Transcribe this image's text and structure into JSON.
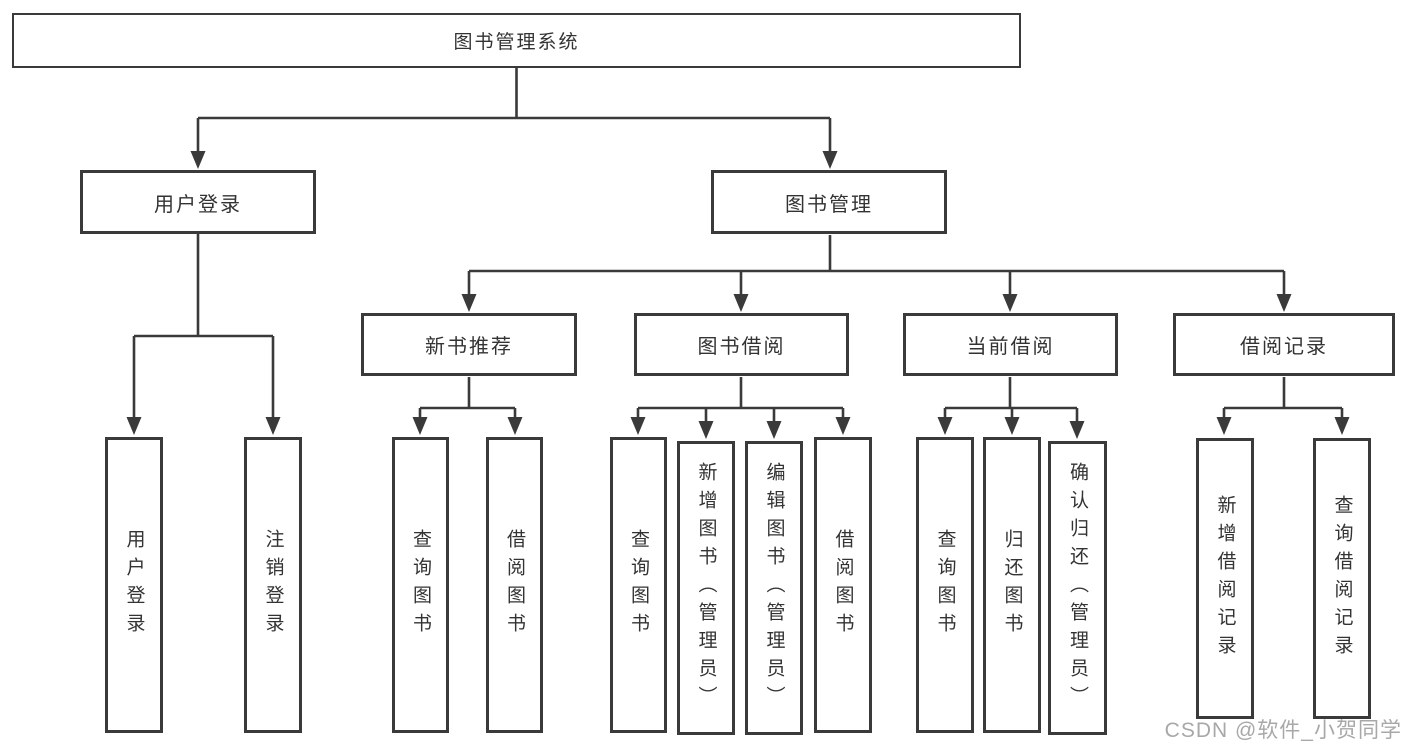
{
  "tree": {
    "root": {
      "label": "图书管理系统"
    },
    "branches": [
      {
        "label": "用户登录",
        "children": [
          {
            "label": "用户登录"
          },
          {
            "label": "注销登录"
          }
        ]
      },
      {
        "label": "图书管理",
        "children": [
          {
            "label": "新书推荐",
            "children": [
              {
                "label": "查询图书"
              },
              {
                "label": "借阅图书"
              }
            ]
          },
          {
            "label": "图书借阅",
            "children": [
              {
                "label": "查询图书"
              },
              {
                "label": "新增图书（管理员）"
              },
              {
                "label": "编辑图书（管理员）"
              },
              {
                "label": "借阅图书"
              }
            ]
          },
          {
            "label": "当前借阅",
            "children": [
              {
                "label": "查询图书"
              },
              {
                "label": "归还图书"
              },
              {
                "label": "确认归还（管理员）"
              }
            ]
          },
          {
            "label": "借阅记录",
            "children": [
              {
                "label": "新增借阅记录"
              },
              {
                "label": "查询借阅记录"
              }
            ]
          }
        ]
      }
    ]
  },
  "watermark": "CSDN @软件_小贺同学",
  "colors": {
    "line": "#3a3a3a",
    "box_border": "#3a3a3a",
    "text": "#333333",
    "watermark": "#a8a8a8",
    "background": "#ffffff"
  }
}
